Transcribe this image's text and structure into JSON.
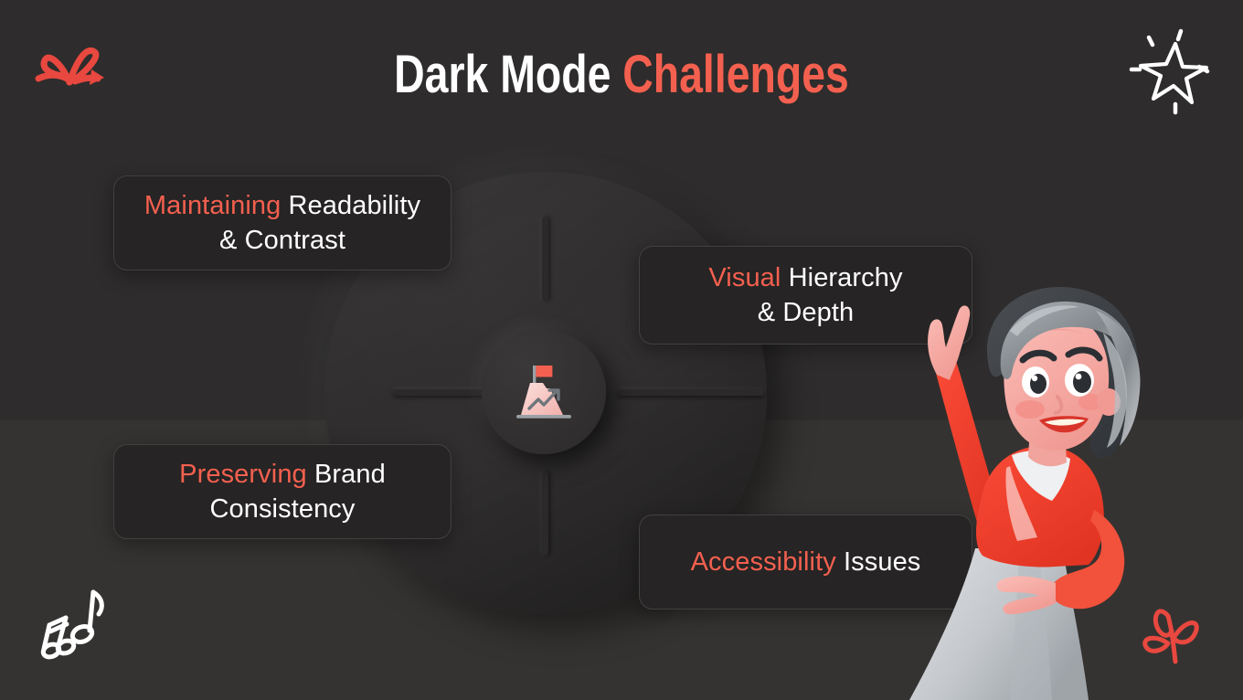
{
  "slide": {
    "background_color": "#2e2c2c",
    "background_lower_band_color": "#353331",
    "accent_color": "#f4604f",
    "text_color": "#ffffff",
    "card_color": "#262424"
  },
  "title": {
    "plain": "Dark Mode",
    "highlight": "Challenges"
  },
  "cards": [
    {
      "highlight": "Maintaining",
      "rest": " Readability",
      "line2": "& Contrast"
    },
    {
      "highlight": "Visual",
      "rest": " Hierarchy",
      "line2": "& Depth"
    },
    {
      "highlight": "Preserving",
      "rest": " Brand",
      "line2": "Consistency"
    },
    {
      "highlight": "Accessibility",
      "rest": " Issues",
      "line2": ""
    }
  ],
  "center": {
    "icon_name": "mountain-summit-flag-icon",
    "flag_color": "#f4604f",
    "mountain_color": "#f8cfcb",
    "base_color": "#9aa0a6"
  },
  "decorations": {
    "top_left": {
      "icon_name": "double-curved-arrow-doodle",
      "color": "#e8483f"
    },
    "top_right": {
      "icon_name": "sparkle-star-doodle",
      "color": "#ffffff"
    },
    "bottom_left": {
      "icon_name": "music-notes-doodle",
      "color": "#ffffff"
    },
    "bottom_right": {
      "icon_name": "leaf-branch-doodle",
      "color": "#e8483f"
    }
  },
  "character": {
    "icon_name": "woman-presenter-illustration",
    "hair_color": "#8c9094",
    "top_color": "#f0402f",
    "skin_color": "#f6a9a3",
    "skirt_color": "#c9ccd0"
  }
}
